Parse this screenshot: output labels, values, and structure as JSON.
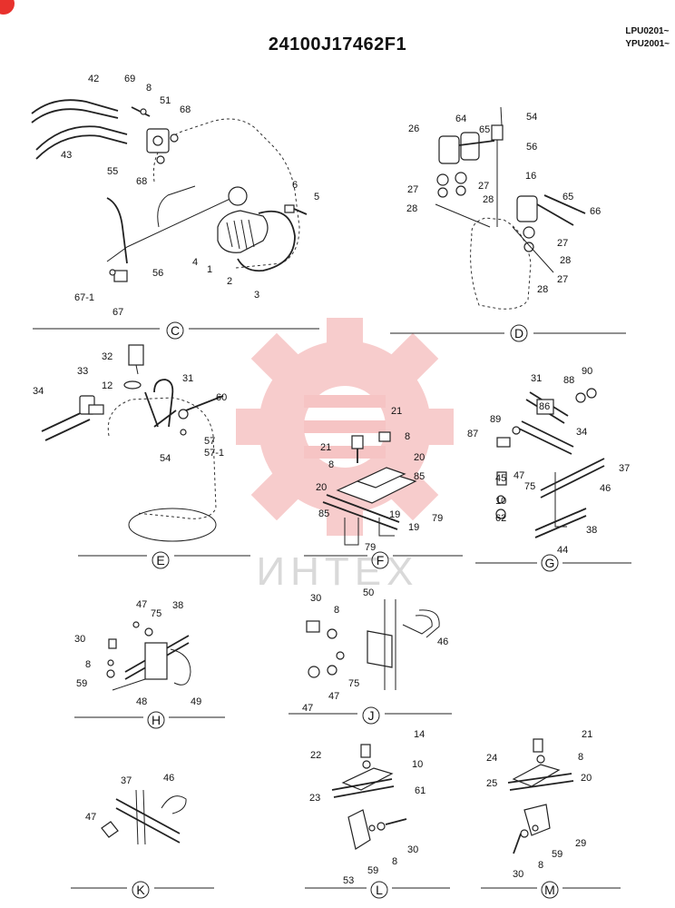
{
  "header": {
    "title": "24100J17462F1",
    "serial_1": "LPU0201~",
    "serial_2": "YPU2001~"
  },
  "watermark": {
    "text": "ИНТЕХ",
    "color": "#f2b5b5"
  },
  "accent_color": "#e8322d",
  "sections": {
    "C": {
      "label": "C",
      "parts": [
        "42",
        "69",
        "8",
        "51",
        "68",
        "43",
        "55",
        "68",
        "6",
        "5",
        "4",
        "1",
        "2",
        "3",
        "56",
        "67-1",
        "67"
      ]
    },
    "D": {
      "label": "D",
      "parts": [
        "54",
        "26",
        "64",
        "65",
        "56",
        "27",
        "27",
        "28",
        "28",
        "16",
        "65",
        "66",
        "27",
        "28",
        "27",
        "28"
      ]
    },
    "E": {
      "label": "E",
      "parts": [
        "32",
        "33",
        "12",
        "31",
        "34",
        "60",
        "57",
        "57-1",
        "54"
      ]
    },
    "F": {
      "label": "F",
      "parts": [
        "21",
        "8",
        "21",
        "8",
        "20",
        "85",
        "20",
        "85",
        "19",
        "19",
        "79",
        "79"
      ]
    },
    "G": {
      "label": "G",
      "parts": [
        "31",
        "88",
        "90",
        "86",
        "89",
        "87",
        "34",
        "37",
        "45",
        "47",
        "75",
        "10",
        "46",
        "62",
        "38",
        "44"
      ]
    },
    "H": {
      "label": "H",
      "parts": [
        "47",
        "75",
        "38",
        "30",
        "8",
        "59",
        "48",
        "49"
      ]
    },
    "J": {
      "label": "J",
      "parts": [
        "30",
        "8",
        "50",
        "46",
        "75",
        "47",
        "47"
      ]
    },
    "K": {
      "label": "K",
      "parts": [
        "37",
        "46",
        "47"
      ]
    },
    "L": {
      "label": "L",
      "parts": [
        "14",
        "22",
        "10",
        "61",
        "23",
        "30",
        "8",
        "59",
        "53"
      ]
    },
    "M": {
      "label": "M",
      "parts": [
        "21",
        "24",
        "8",
        "20",
        "25",
        "29",
        "59",
        "8",
        "30"
      ]
    }
  }
}
